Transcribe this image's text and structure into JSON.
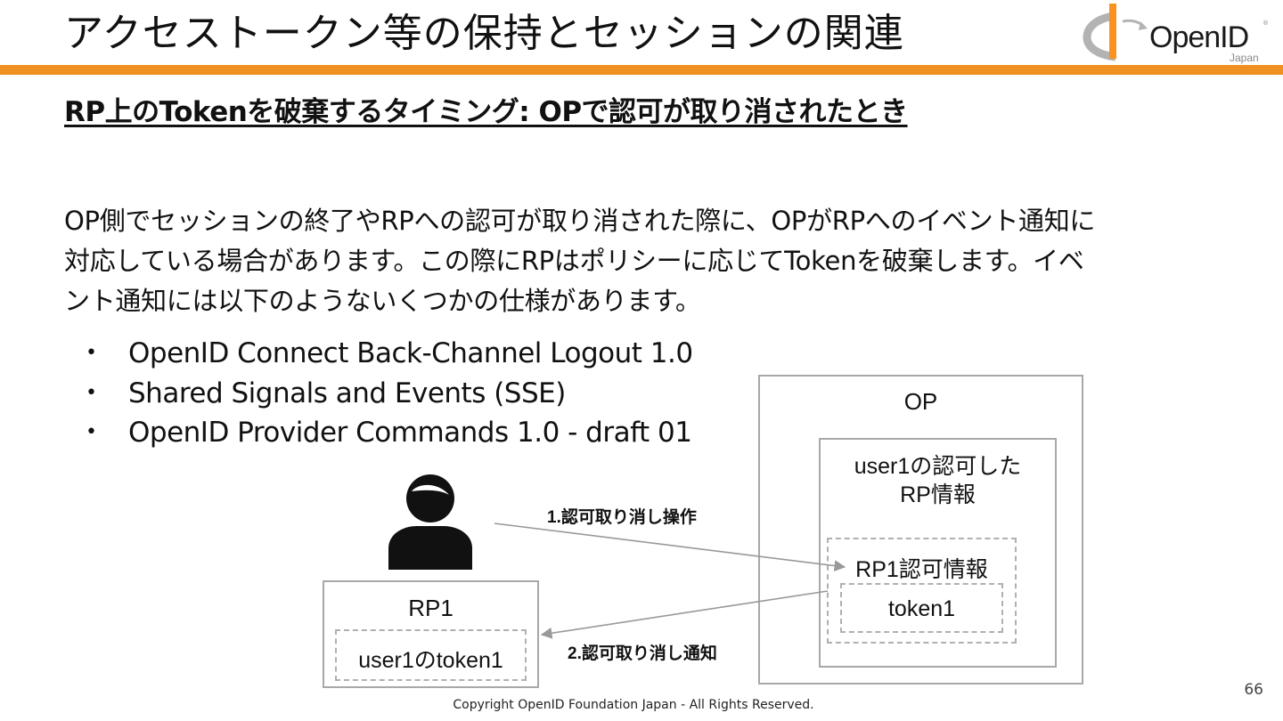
{
  "slide": {
    "title": "アクセストークン等の保持とセッションの関連",
    "subtitle": "RP上のTokenを破棄するタイミング: OPで認可が取り消されたとき",
    "body_lines": [
      "OP側でセッションの終了やRPへの認可が取り消された際に、OPがRPへのイベント通知に",
      "対応している場合があります。この際にRPはポリシーに応じてTokenを破棄します。イベ",
      "ント通知には以下のようないくつかの仕様があります。"
    ],
    "specs": [
      "OpenID Connect Back-Channel Logout 1.0",
      "Shared Signals and Events (SSE)",
      "OpenID Provider Commands 1.0 - draft 01"
    ],
    "page_number": "66",
    "copyright": "Copyright OpenID Foundation Japan - All Rights Reserved."
  },
  "logo": {
    "name": "OpenID",
    "sub": "Japan",
    "registered_mark": "®",
    "colors": {
      "orange": "#f7931e",
      "gray": "#b3b3b3"
    }
  },
  "diagram": {
    "op_label": "OP",
    "op_info_line1": "user1の認可した",
    "op_info_line2": "RP情報",
    "rp1_auth_label": "RP1認可情報",
    "op_token_label": "token1",
    "rp1_label": "RP1",
    "rp1_token_label": "user1のtoken1",
    "arrow1_label": "1.認可取り消し操作",
    "arrow2_label": "2.認可取り消し通知",
    "user_icon": "person-icon"
  },
  "colors": {
    "accent": "#ee9122",
    "box_border": "#a8a8a8",
    "arrow": "#999999"
  }
}
